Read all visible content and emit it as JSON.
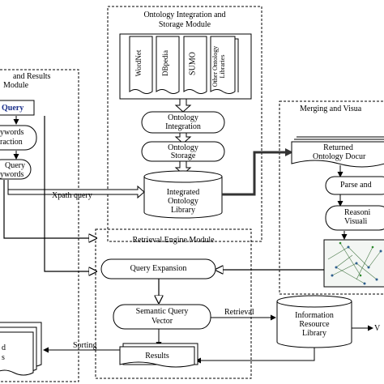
{
  "modules": {
    "integration_title_1": "Ontology Integration and",
    "integration_title_2": "Storage Module",
    "results_title_1": "and Results",
    "results_title_2": "Module",
    "retrieval_title": "Retrieval Engine Module",
    "merging_title": "Merging and Visua"
  },
  "sources": [
    "WordNet",
    "DBpedia",
    "SUMO",
    "Other Ontology Libraries"
  ],
  "nodes": {
    "ontology_integration": [
      "Ontology",
      "Integration"
    ],
    "ontology_storage": [
      "Ontology",
      "Storage"
    ],
    "integrated_library": [
      "Integrated",
      "Ontology",
      "Library"
    ],
    "query": "Query",
    "keywords_extraction": [
      "ywords",
      "raction"
    ],
    "query_keywords": [
      "Query",
      "ywords"
    ],
    "returned_docs": [
      "Returned",
      "Ontology Docur"
    ],
    "parse": "Parse and",
    "reasoning": [
      "Reasoni",
      "Visuali"
    ],
    "query_expansion": "Query Expansion",
    "semantic_vector": [
      "Semantic Query",
      "Vector"
    ],
    "info_library": [
      "Information",
      "Resource",
      "Library"
    ],
    "results": "Results",
    "left_docs": [
      "d",
      "s"
    ],
    "right_trunc": "V"
  },
  "edge_labels": {
    "xpath": "Xpath query",
    "retrieval": "Retrieval",
    "sorting": "Sorting"
  }
}
